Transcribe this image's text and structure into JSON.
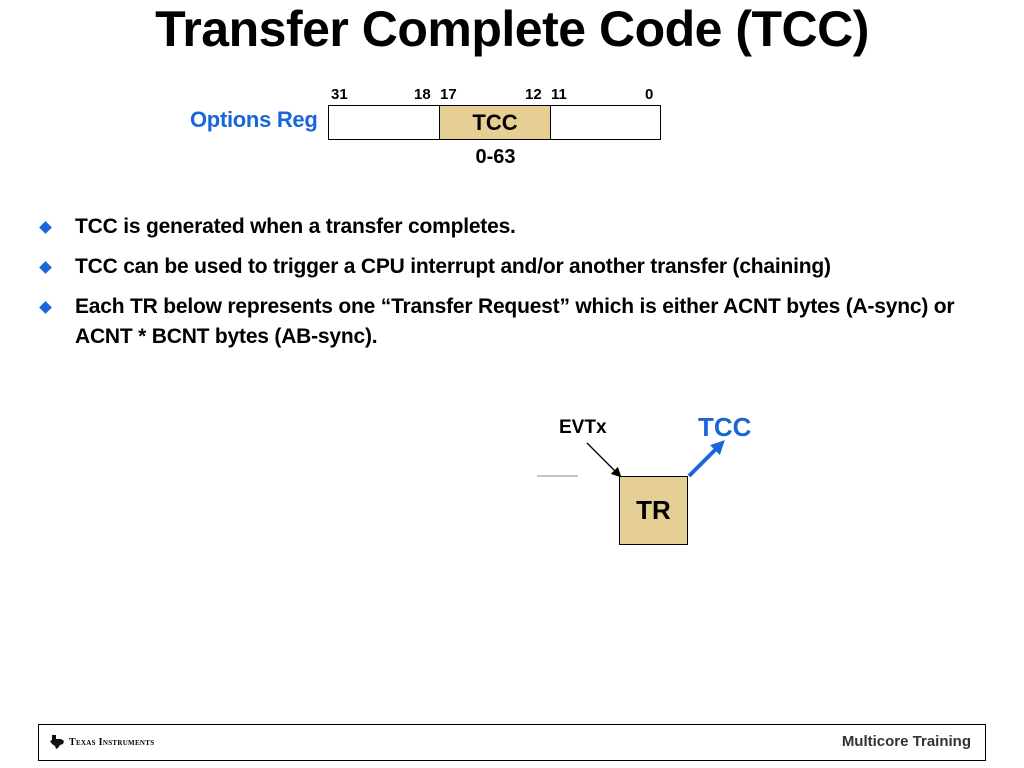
{
  "slide": {
    "title": "Transfer Complete Code (TCC)"
  },
  "register": {
    "label": "Options Reg",
    "bit_labels": [
      "31",
      "18",
      "17",
      "12",
      "11",
      "0"
    ],
    "field_label": "TCC",
    "range": "0-63",
    "field_color": "#e5cf94"
  },
  "bullets": [
    "TCC is generated when a transfer completes.",
    "TCC can be used to trigger a CPU interrupt and/or another transfer (chaining)",
    "Each TR below represents one “Transfer Request” which is either ACNT bytes (A-sync) or ACNT * BCNT bytes (AB-sync)."
  ],
  "diagram": {
    "event_label": "EVTx",
    "output_label": "TCC",
    "box_label": "TR",
    "accent_color": "#1a66d9"
  },
  "footer": {
    "logo_text": "Texas Instruments",
    "right_text": "Multicore Training"
  }
}
